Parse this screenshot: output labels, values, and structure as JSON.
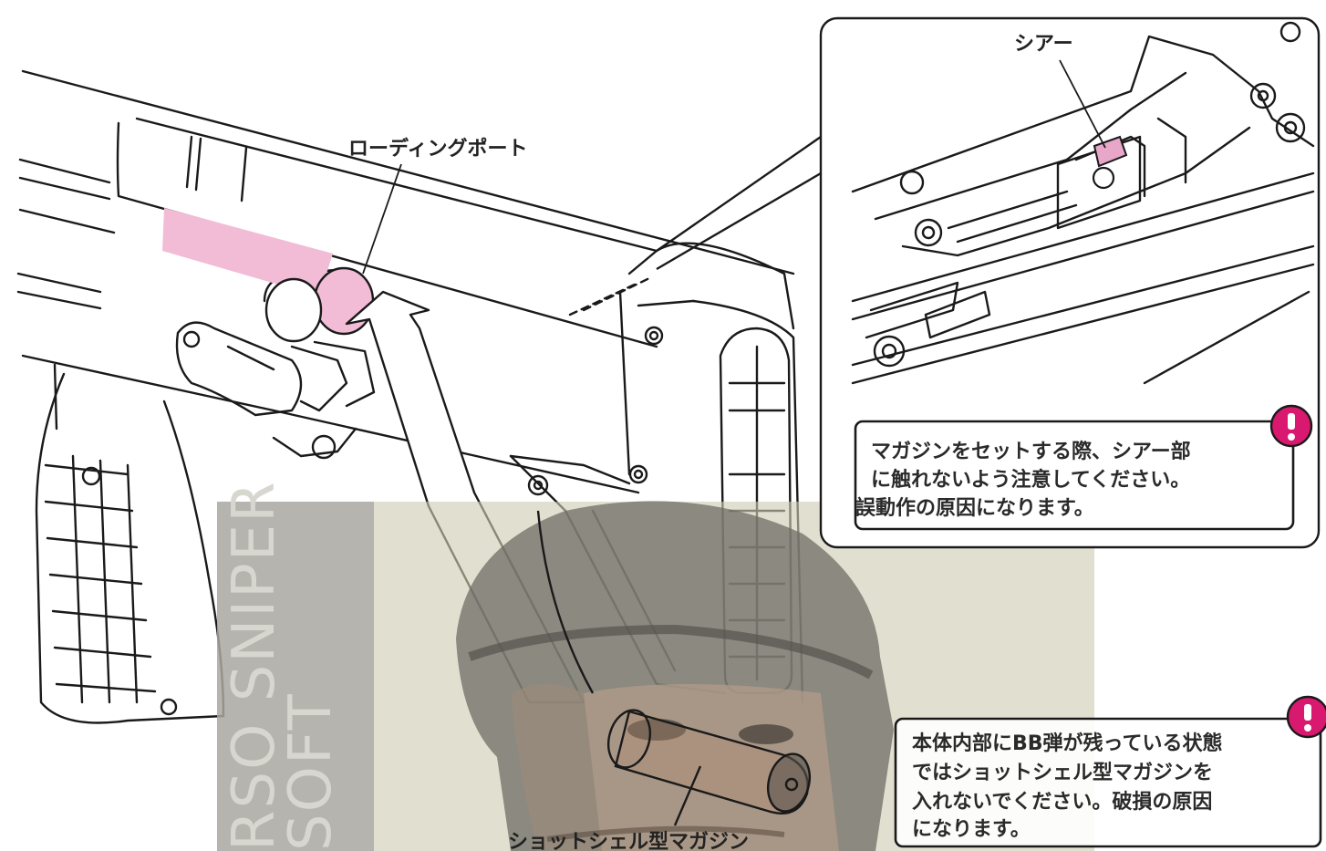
{
  "callouts": {
    "loading_port": "ローディングポート",
    "sear": "シアー",
    "shotshell_magazine": "ショットシェル型マガジン"
  },
  "notes": [
    {
      "icon": "exclamation-icon",
      "lines": [
        "マガジンをセットする際、シアー部",
        "に触れないよう注意してください。",
        "誤動作の原因になります。"
      ]
    },
    {
      "icon": "exclamation-icon",
      "lines": [
        "本体内部にBB弾が残っている状態",
        "ではショットシェル型マガジンを",
        "入れないでください。破損の原因",
        "になります。"
      ]
    }
  ],
  "watermark": {
    "lines": [
      "RSO SNIPER",
      "SOFT"
    ]
  },
  "colors": {
    "highlight_pink": "#f2bcd6",
    "warning_magenta": "#d8196f",
    "line": "#1a1a1a",
    "overlay": "#c9c7b0"
  }
}
